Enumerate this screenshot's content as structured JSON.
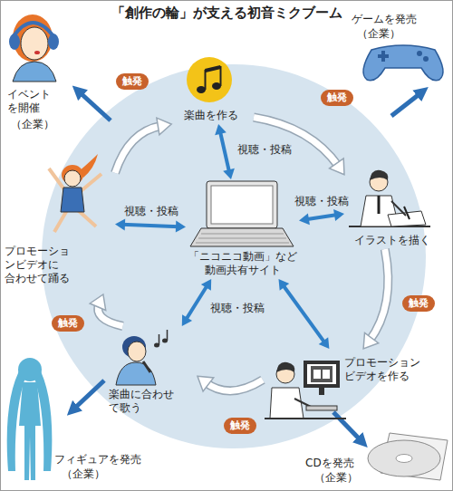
{
  "diagram": {
    "title": "「創作の輪」が支える初音ミクブーム",
    "nodes": [
      {
        "text": [
          "楽曲を作る"
        ]
      },
      {
        "text": [
          "イラストを描く"
        ]
      },
      {
        "text": [
          "プロモーション ビデオを作る"
        ]
      },
      {
        "text": [
          "楽曲に合わせ て歌う"
        ]
      },
      {
        "text": [
          "プロモーショ ンビデオに 合わせて踊る"
        ]
      },
      {
        "text": [
          "「ニコニコ動画」など 動画共有サイト"
        ]
      },
      {
        "text": [
          "イベント を開催",
          "（企業）"
        ]
      },
      {
        "text": [
          "ゲームを発売",
          "（企業）"
        ]
      },
      {
        "text": [
          "CDを発売",
          "（企業）"
        ]
      },
      {
        "text": [
          "フィギュアを発売",
          "（企業）"
        ]
      }
    ],
    "edges": [
      {
        "from": 0,
        "to": 1,
        "arrow": "to",
        "label": "触発"
      },
      {
        "from": 1,
        "to": 2,
        "arrow": "to",
        "label": "触発"
      },
      {
        "from": 2,
        "to": 3,
        "arrow": "to",
        "label": "触発"
      },
      {
        "from": 3,
        "to": 4,
        "arrow": "to",
        "label": "触発"
      },
      {
        "from": 4,
        "to": 0,
        "arrow": "to",
        "label": "触発"
      },
      {
        "from": 0,
        "to": 5,
        "arrow": "both",
        "label": "視聴・投稿"
      },
      {
        "from": 4,
        "to": 5,
        "arrow": "both",
        "label": "視聴・投稿"
      },
      {
        "from": 1,
        "to": 5,
        "arrow": "both",
        "label": "視聴・投稿"
      },
      {
        "from": 3,
        "to": 5,
        "arrow": "both",
        "label": "視聴・投稿"
      },
      {
        "from": 2,
        "to": 5,
        "arrow": "both"
      }
    ]
  }
}
